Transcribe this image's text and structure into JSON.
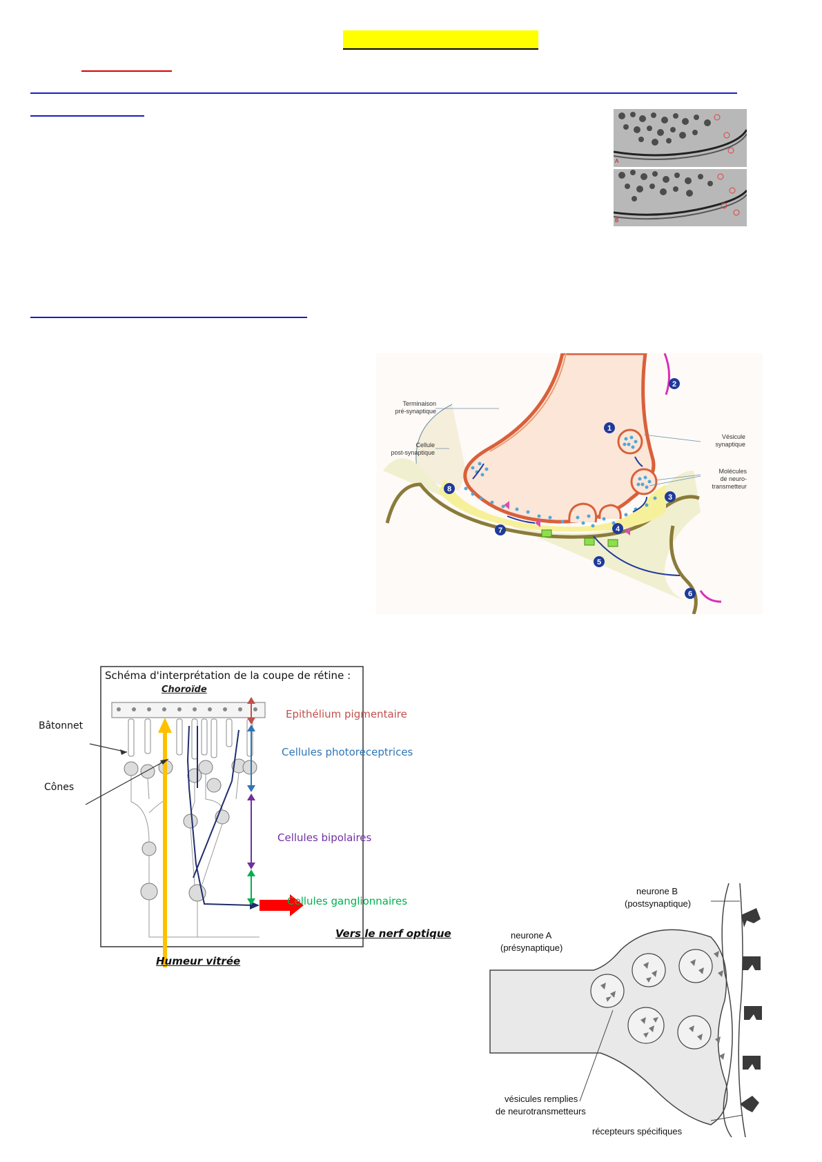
{
  "synapse_diagram": {
    "terminaison": "Terminaison\npré-synaptique",
    "cellule_post": "Cellule\npost-synaptique",
    "vesicule": "Vésicule\nsynaptique",
    "molecules": "Molécules\nde neuro-\ntransmetteur",
    "steps": [
      "1",
      "2",
      "3",
      "4",
      "5",
      "6",
      "7",
      "8"
    ]
  },
  "photo": {
    "label_a": "A",
    "label_b": "B"
  },
  "retina": {
    "title": "Schéma d'interprétation de la coupe de rétine :",
    "choroide": "Choroïde",
    "batonnet": "Bâtonnet",
    "cones": "Cônes",
    "epithelium": "Epithélium pigmentaire",
    "photorecepteurs": "Cellules photoréceptrices",
    "bipolaires": "Cellules bipolaires",
    "ganglionnaires": "Cellules ganglionnaires",
    "nerf": "Vers le nerf optique",
    "humeur": "Humeur vitrée",
    "colors": {
      "epithelium": "#c0504d",
      "photo": "#2e75b6",
      "bipolar": "#7030a0",
      "gang": "#00b050",
      "yellow": "#ffc000",
      "red": "#ff0000",
      "navy": "#1f2d6b"
    }
  },
  "neurone": {
    "neurone_b": "neurone B",
    "postsyn": "(postsynaptique)",
    "neurone_a": "neurone A",
    "presyn": "(présynaptique)",
    "vesicules_line1": "vésicules remplies",
    "vesicules_line2": "de neurotransmetteurs",
    "recepteurs": "récepteurs spécifiques"
  }
}
